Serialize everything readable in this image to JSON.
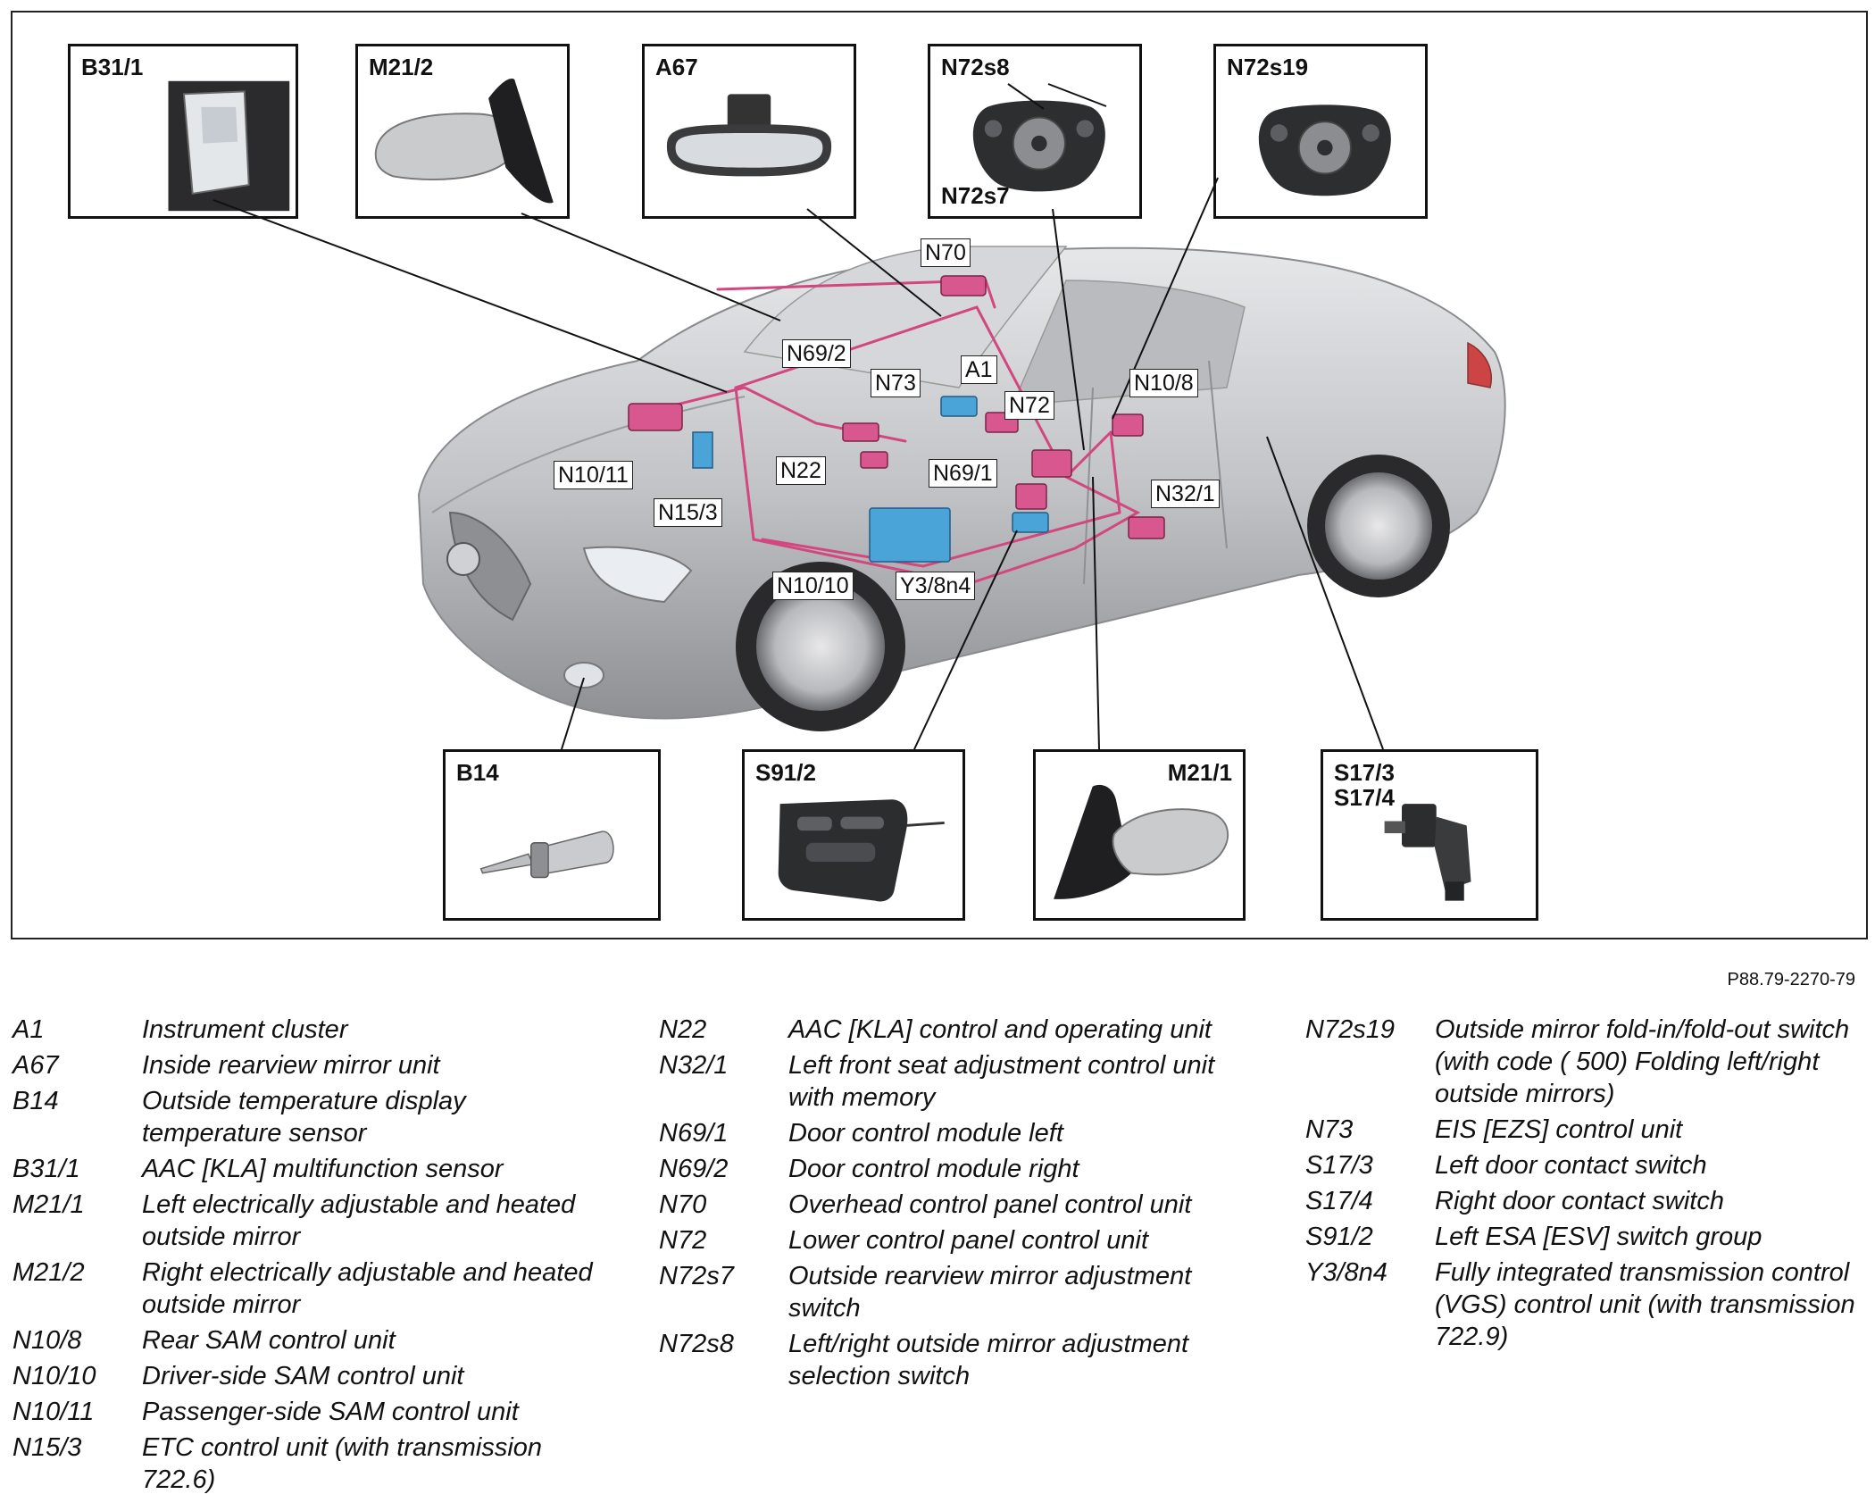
{
  "figure": {
    "insets_top": [
      {
        "label": "B31/1",
        "icon": "multifunction-sensor"
      },
      {
        "label": "M21/2",
        "icon": "right-outside-mirror"
      },
      {
        "label": "A67",
        "icon": "rearview-mirror"
      },
      {
        "labels": [
          "N72s8",
          "N72s7"
        ],
        "icon": "mirror-switch-panel"
      },
      {
        "label": "N72s19",
        "icon": "mirror-fold-switch-panel"
      }
    ],
    "insets_bottom": [
      {
        "label": "B14",
        "icon": "temperature-sensor"
      },
      {
        "label": "S91/2",
        "icon": "seat-switch-group"
      },
      {
        "label": "M21/1",
        "icon": "left-outside-mirror"
      },
      {
        "labels": [
          "S17/3",
          "S17/4"
        ],
        "icon": "door-contact-switch"
      }
    ],
    "callouts": [
      "N70",
      "N69/2",
      "N73",
      "A1",
      "N72",
      "N10/8",
      "N10/11",
      "N22",
      "N69/1",
      "N15/3",
      "N32/1",
      "N10/10",
      "Y3/8n4"
    ],
    "colors": {
      "wiring": "#d2477f",
      "component_pink": "#d8578e",
      "component_blue": "#4aa4d8",
      "car_body": "#c8c9cc"
    }
  },
  "reference_code": "P88.79-2270-79",
  "legend": [
    [
      {
        "code": "A1",
        "desc": "Instrument cluster"
      },
      {
        "code": "A67",
        "desc": "Inside rearview mirror unit"
      },
      {
        "code": "B14",
        "desc": "Outside temperature display temperature sensor"
      },
      {
        "code": "B31/1",
        "desc": "AAC [KLA] multifunction sensor"
      },
      {
        "code": "M21/1",
        "desc": "Left electrically adjustable and heated outside mirror"
      },
      {
        "code": "M21/2",
        "desc": "Right electrically adjustable and heated outside mirror"
      },
      {
        "code": "N10/8",
        "desc": "Rear SAM control unit"
      },
      {
        "code": "N10/10",
        "desc": "Driver-side SAM control unit"
      },
      {
        "code": "N10/11",
        "desc": "Passenger-side SAM control unit"
      },
      {
        "code": "N15/3",
        "desc": "ETC control unit (with transmission 722.6)"
      }
    ],
    [
      {
        "code": "N22",
        "desc": "AAC [KLA] control and operating unit"
      },
      {
        "code": "N32/1",
        "desc": "Left front seat adjustment control unit with memory"
      },
      {
        "code": "N69/1",
        "desc": "Door control module left"
      },
      {
        "code": "N69/2",
        "desc": "Door control module right"
      },
      {
        "code": "N70",
        "desc": "Overhead control panel control unit"
      },
      {
        "code": "N72",
        "desc": "Lower control panel control unit"
      },
      {
        "code": "N72s7",
        "desc": "Outside rearview mirror adjustment switch"
      },
      {
        "code": "N72s8",
        "desc": "Left/right outside mirror adjustment selection switch"
      }
    ],
    [
      {
        "code": "N72s19",
        "desc": "Outside mirror fold-in/fold-out switch (with code ( 500) Folding left/right outside mirrors)"
      },
      {
        "code": "N73",
        "desc": "EIS [EZS] control unit"
      },
      {
        "code": "S17/3",
        "desc": "Left door contact switch"
      },
      {
        "code": "S17/4",
        "desc": "Right door contact switch"
      },
      {
        "code": "S91/2",
        "desc": "Left ESA [ESV] switch group"
      },
      {
        "code": "Y3/8n4",
        "desc": "Fully integrated transmission control (VGS) control unit (with transmission 722.9)"
      }
    ]
  ]
}
